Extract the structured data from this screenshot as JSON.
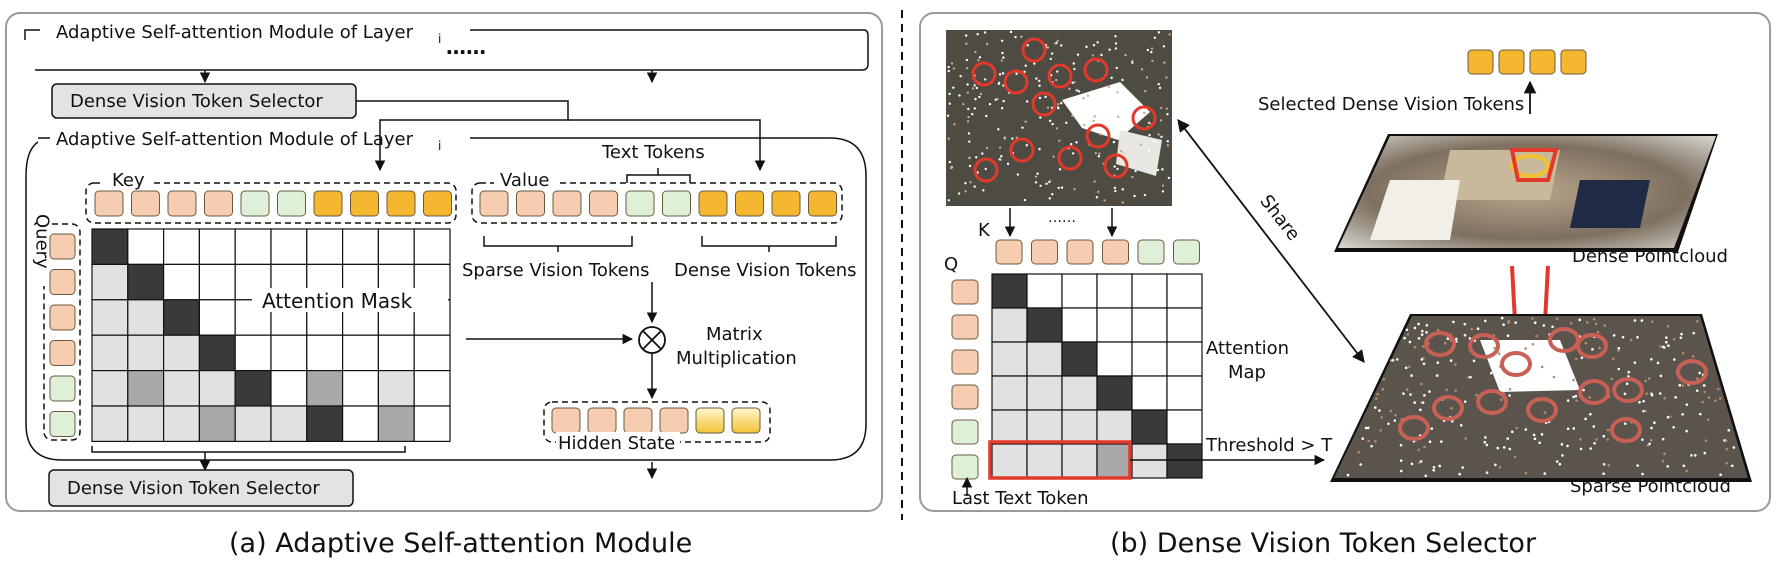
{
  "panel_a": {
    "layer_module_label": "Adaptive Self-attention Module of Layer",
    "layer_index": "i",
    "ellipsis": "……",
    "top_selector_label": "Dense Vision Token Selector",
    "bottom_selector_label": "Dense Vision Token Selector",
    "key_label": "Key",
    "value_label": "Value",
    "query_label": "Query",
    "text_tokens_label": "Text Tokens",
    "sparse_tokens_label": "Sparse Vision Tokens",
    "dense_tokens_label": "Dense Vision Tokens",
    "attention_mask_label": "Attention Mask",
    "matrix_mult_label_line1": "Matrix",
    "matrix_mult_label_line2": "Multiplication",
    "hidden_state_label": "Hidden State",
    "caption": "(a) Adaptive Self-attention Module"
  },
  "panel_b": {
    "k_label": "K",
    "q_label": "Q",
    "ellipsis": "……",
    "attention_map_line1": "Attention",
    "attention_map_line2": "Map",
    "threshold_label": "Threshold > T",
    "last_text_token_label": "Last Text Token",
    "share_label": "Share",
    "selected_dense_label": "Selected Dense Vision Tokens",
    "dense_pointcloud_label": "Dense Pointcloud",
    "sparse_pointcloud_label": "Sparse Pointcloud",
    "caption": "(b) Dense Vision Token Selector"
  },
  "colors": {
    "sparse_token": "#f6cdb0",
    "text_token": "#dff0d8",
    "dense_token": "#f5b730",
    "dark_cell": "#3a3a3a",
    "mid_cell": "#a9a9a9",
    "light_cell": "#e1e1e1",
    "highlight_red": "#e2392b"
  }
}
